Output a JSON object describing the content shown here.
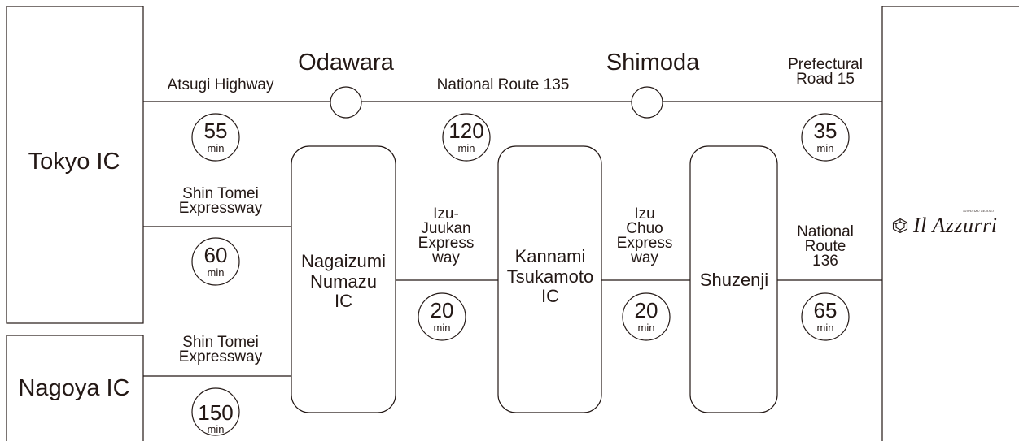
{
  "origins": {
    "tokyo": "Tokyo IC",
    "nagoya": "Nagoya IC"
  },
  "waypoints": {
    "odawara": "Odawara",
    "shimoda": "Shimoda"
  },
  "hubs": {
    "nagaizumi": [
      "Nagaizumi",
      "Numazu",
      "IC"
    ],
    "kannami": [
      "Kannami",
      "Tsukamoto",
      "IC"
    ],
    "shuzenji": "Shuzenji"
  },
  "roads": {
    "atsugi": "Atsugi Highway",
    "route135": "National Route 135",
    "pref15": [
      "Prefectural",
      "Road 15"
    ],
    "shin_tomei_1": [
      "Shin Tomei",
      "Expressway"
    ],
    "shin_tomei_2": [
      "Shin Tomei",
      "Expressway"
    ],
    "izu_juukan": [
      "Izu-",
      "Juukan",
      "Express",
      "way"
    ],
    "izu_chuo": [
      "Izu",
      "Chuo",
      "Express",
      "way"
    ],
    "route136": [
      "National",
      "Route",
      "136"
    ]
  },
  "times": {
    "atsugi": "55",
    "route135": "120",
    "pref15": "35",
    "shin_tomei_1": "60",
    "izu_juukan": "20",
    "izu_chuo": "20",
    "route136": "65",
    "shin_tomei_2": "150",
    "unit": "min"
  },
  "destination": {
    "name": "Il Azzurri",
    "subtitle": "NISHI-IZU RESORT",
    "icon": "logo-mark-icon"
  },
  "colors": {
    "stroke": "#231815",
    "background": "#ffffff"
  }
}
